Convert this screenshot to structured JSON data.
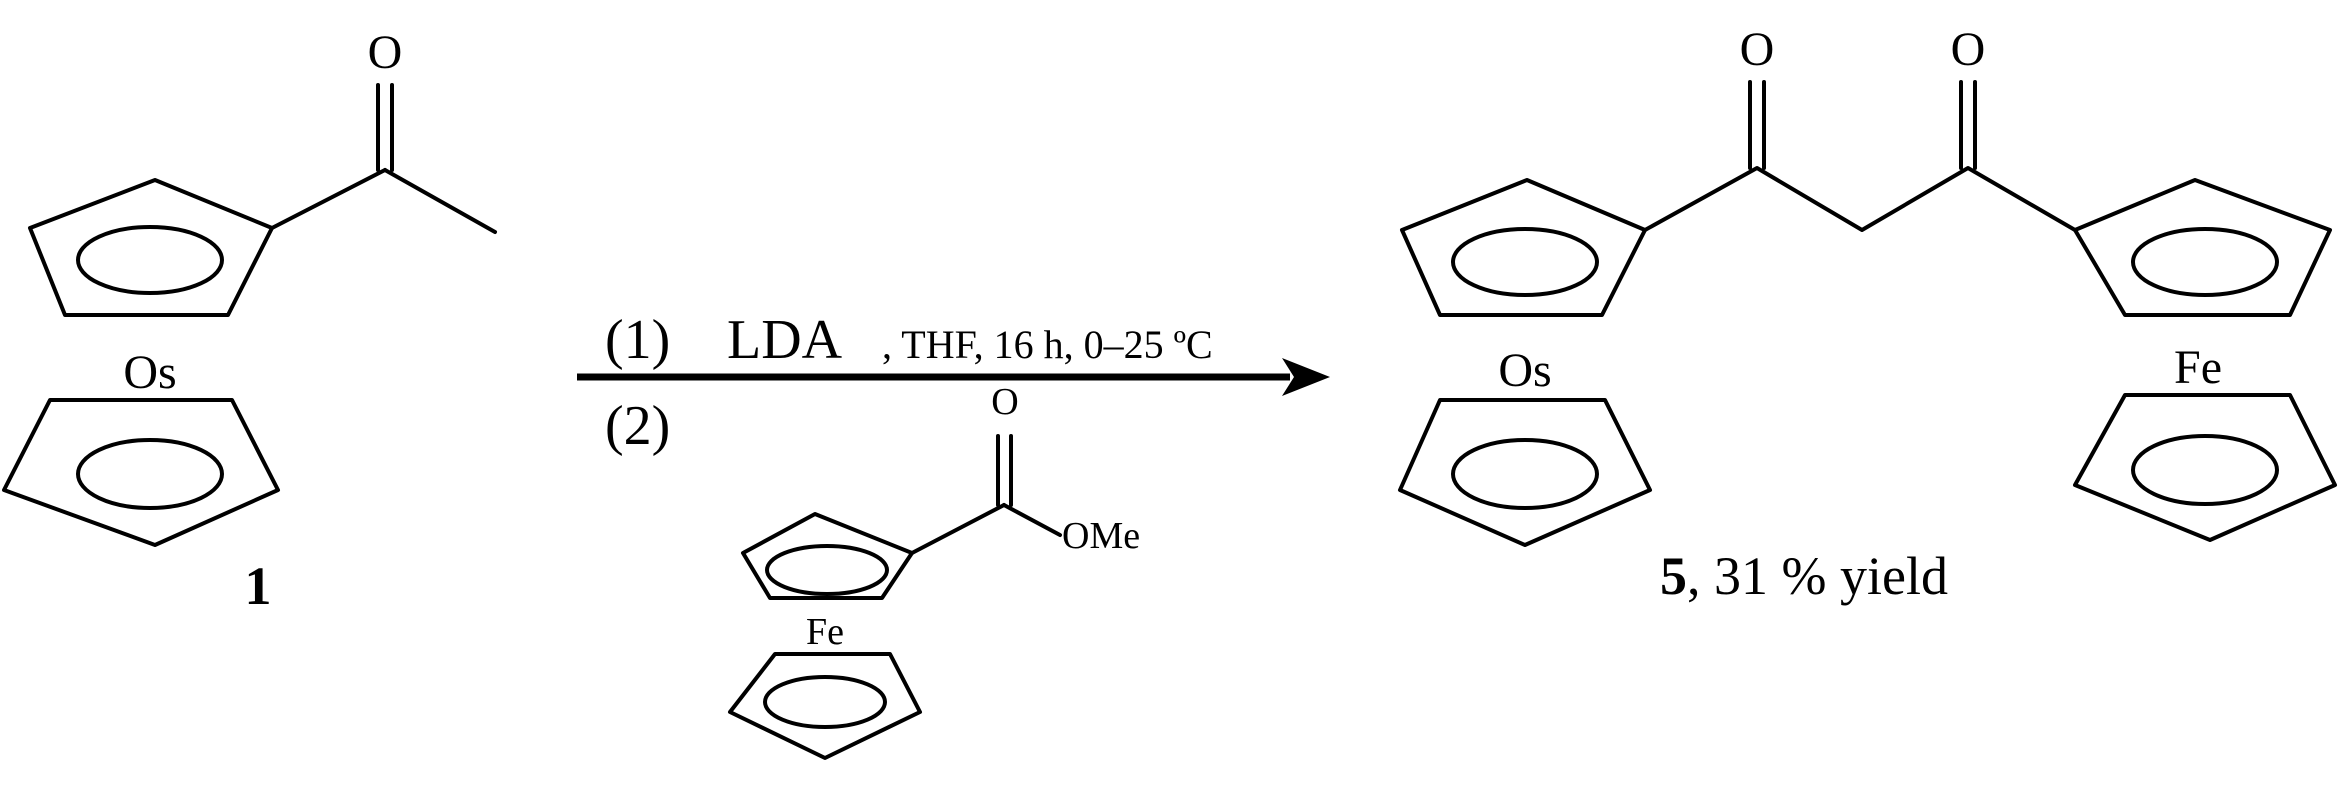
{
  "scheme": {
    "reactant": {
      "metal": "Os",
      "oxygen": "O",
      "number": "1"
    },
    "conditions": {
      "step1_index": "(1)",
      "step1_reagent": "LDA",
      "step1_details": ", THF, 16 h, 0–25 ºC",
      "step2_index": "(2)",
      "reagent_oxygen": "O",
      "reagent_ester": "OMe",
      "reagent_metal": "Fe"
    },
    "product": {
      "oxygen_left": "O",
      "oxygen_right": "O",
      "metal_left": "Os",
      "metal_right": "Fe",
      "number": "5",
      "yield_text": ", 31 % yield"
    }
  }
}
